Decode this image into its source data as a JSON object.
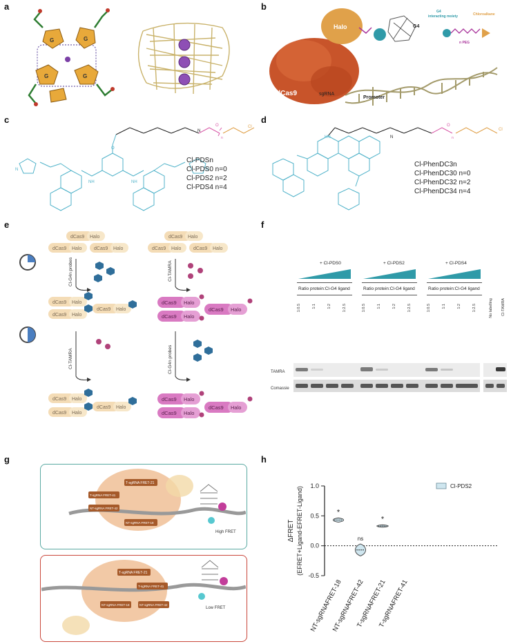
{
  "panels": {
    "a": "a",
    "b": "b",
    "c": "c",
    "d": "d",
    "e": "e",
    "f": "f",
    "g": "g",
    "h": "h"
  },
  "panel_a": {
    "base_labels": [
      "G",
      "G",
      "G",
      "G"
    ]
  },
  "panel_b": {
    "halo": "Halo",
    "dcas9": "dCas9",
    "sgrna": "sgRNA",
    "promoter": "Promoter",
    "g4": "G4",
    "legend_g4": "G4\ninteracting moiety",
    "legend_g4_line1": "G4",
    "legend_g4_line2": "interacting moiety",
    "legend_chloro": "Chloroalkane",
    "legend_peg": "n PEG"
  },
  "panel_c": {
    "series": [
      "Cl-PDSn",
      "Cl-PDS0 n=0",
      "Cl-PDS2 n=2",
      "Cl-PDS4 n=4"
    ],
    "atom_labels": [
      "N",
      "H",
      "O",
      "O",
      "N",
      "H",
      "O",
      "n",
      "Cl",
      "O",
      "N",
      "O",
      "N",
      "N",
      "NH",
      "NH",
      "N",
      "N",
      "O",
      "O",
      "N",
      "N"
    ]
  },
  "panel_d": {
    "series": [
      "Cl-PhenDC3n",
      "Cl-PhenDC30 n=0",
      "Cl-PhenDC32 n=2",
      "Cl-PhenDC34 n=4"
    ],
    "atom_labels": [
      "HN",
      "N",
      "H",
      "O",
      "N",
      "H",
      "O",
      "n",
      "Cl"
    ]
  },
  "panel_e": {
    "left": {
      "step1": "Cl-G4n probes",
      "step2": "Cl-TAMRA"
    },
    "right": {
      "step1": "Cl-TAMRA",
      "step2": "Cl-G4n probes"
    },
    "dcas9": "dCas9",
    "halo": "Halo"
  },
  "panel_f": {
    "groups": [
      "+ Cl-PDS0",
      "+ Cl-PDS2",
      "+ Cl-PDS4"
    ],
    "ratio_label": "Ratio protein:Cl-G4 ligand",
    "ratios": [
      "1:0.5",
      "1:1",
      "1:2",
      "1:2.5"
    ],
    "controls": [
      "No labelling",
      "Cl-TAMRA"
    ],
    "rows": [
      "TAMRA",
      "Comassie"
    ]
  },
  "panel_g": {
    "top_labels": [
      "T-sgRNA FRET-21",
      "T-sgRNA FRET-41",
      "NT-sgRNA FRET-42",
      "NT-sgRNA FRET-18"
    ],
    "top_readout": "High FRET",
    "bottom_labels": [
      "T-sgRNA FRET-21",
      "T-sgRNA FRET-41",
      "NT-sgRNA FRET-42",
      "NT-sgRNA FRET-18"
    ],
    "bottom_readout": "Low FRET"
  },
  "chart_data": {
    "type": "violin",
    "ylabel_line1": "ΔFRET",
    "ylabel_line2": "(EFRET+Ligand-EFRET-Ligand)",
    "ylim": [
      -0.5,
      1.0
    ],
    "yticks": [
      "1.0",
      "0.5",
      "0.0",
      "-0.5"
    ],
    "categories": [
      "NT-sgRNAFRET-18",
      "NT-sgRNAFRET-42",
      "T-sgRNAFRET-21",
      "T-sgRNAFRET-41"
    ],
    "series": [
      {
        "name": "Cl-PDS2",
        "values": [
          0.43,
          -0.07,
          0.33,
          null
        ]
      }
    ],
    "annotations": [
      "*",
      "ns",
      "*",
      ""
    ],
    "legend": "Cl-PDS2",
    "legend_position": "top-right",
    "reference_line": 0.0
  }
}
